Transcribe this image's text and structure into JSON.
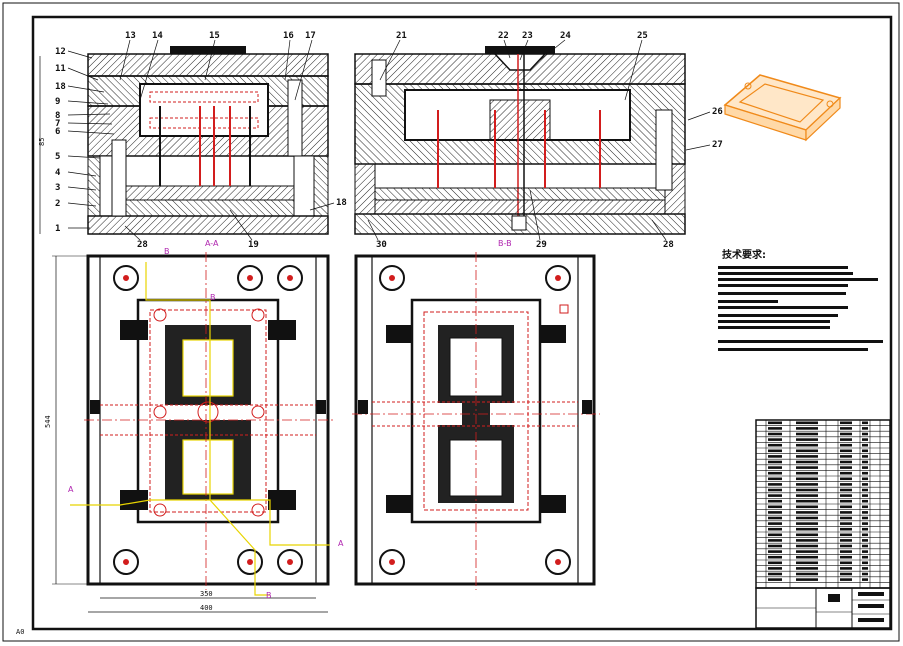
{
  "part_numbers": {
    "left": [
      "12",
      "11",
      "18",
      "9",
      "8",
      "7",
      "6",
      "5",
      "4",
      "3",
      "2",
      "1"
    ],
    "top_left": [
      "13",
      "14",
      "15",
      "16",
      "17"
    ],
    "top_right": [
      "21",
      "22",
      "23",
      "24",
      "25"
    ],
    "right": [
      "26",
      "27"
    ],
    "bottom": [
      "28",
      "19",
      "18",
      "30",
      "29",
      "28"
    ]
  },
  "section_labels": {
    "aa": "A-A",
    "bb": "B-B",
    "cut_a": "A",
    "cut_b": "B"
  },
  "dimensions": {
    "height_side": "85",
    "plan_height": "544",
    "plan_width_inner": "350",
    "plan_width_outer": "400"
  },
  "technical_requirements": {
    "title": "技术要求:"
  },
  "frame": {
    "corner_bottom_left": "A0"
  },
  "colors": {
    "line": "#111111",
    "red": "#d21d1d",
    "yellow": "#e8d400",
    "magenta": "#b026b0",
    "orange": "#f08a1a"
  }
}
